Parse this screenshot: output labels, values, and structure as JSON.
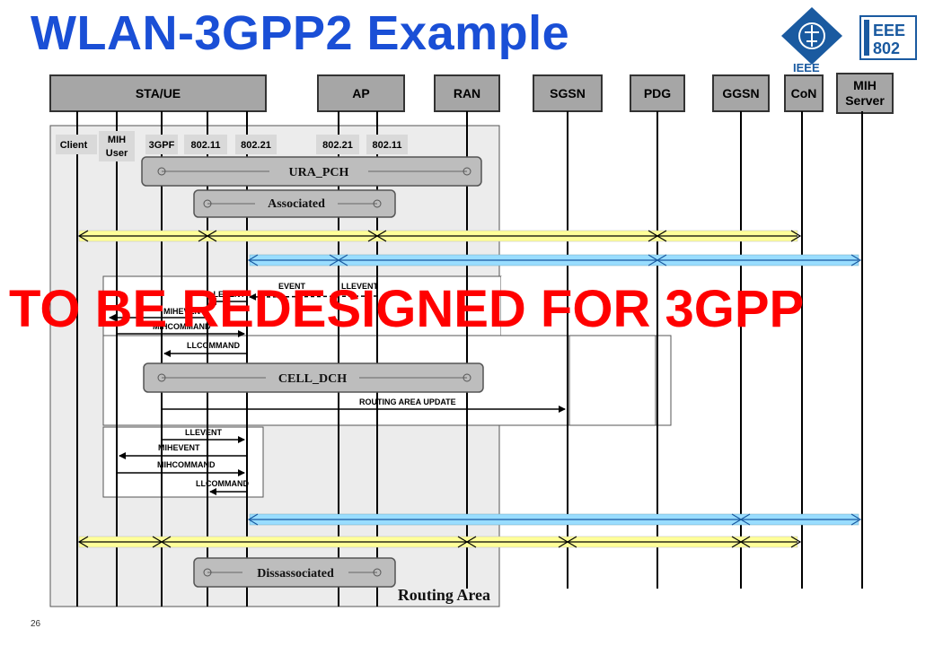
{
  "title": "WLAN-3GPP2 Example",
  "page_number": "26",
  "overlay_text": "TO BE REDESIGNED FOR 3GPP",
  "logos": {
    "ieee_label": "IEEE",
    "ieee802_line1": "EEE",
    "ieee802_line2": "802"
  },
  "entities": [
    {
      "label": "STA/UE"
    },
    {
      "label": "AP"
    },
    {
      "label": "RAN"
    },
    {
      "label": "SGSN"
    },
    {
      "label": "PDG"
    },
    {
      "label": "GGSN"
    },
    {
      "label": "CoN"
    },
    {
      "label": "MIH Server",
      "line1": "MIH",
      "line2": "Server"
    }
  ],
  "sub_entities": {
    "client": "Client",
    "mih_user_1": "MIH",
    "mih_user_2": "User",
    "threegpf": "3GPF",
    "sta_80211": "802.11",
    "sta_80221": "802.21",
    "ap_80221": "802.21",
    "ap_80211": "802.11"
  },
  "states": {
    "ura_pch": "URA_PCH",
    "associated": "Associated",
    "cell_dch": "CELL_DCH",
    "dissassociated": "Dissassociated"
  },
  "messages": {
    "llevent_1": "LLEVENT",
    "mihevent_1": "MIHEVENT",
    "mihcommand_1": "MIHCOMMAND",
    "llcommand_1": "LLCOMMAND",
    "ap_event": "EVENT",
    "ap_llevent": "LLEVENT",
    "routing_area_update": "ROUTING AREA UPDATE",
    "llevent_2": "LLEVENT",
    "mihevent_2": "MIHEVENT",
    "mihcommand_2": "MIHCOMMAND",
    "llcommand_2": "LLCOMMAND"
  },
  "routing_area": "Routing Area",
  "colors": {
    "title": "#1a4fd6",
    "overlay": "#ff0000",
    "entity_box": "#a6a6a6",
    "yellow_arrow": "#ffff99",
    "blue_arrow": "#99ddff",
    "ieee_logo": "#1a5aa0"
  }
}
